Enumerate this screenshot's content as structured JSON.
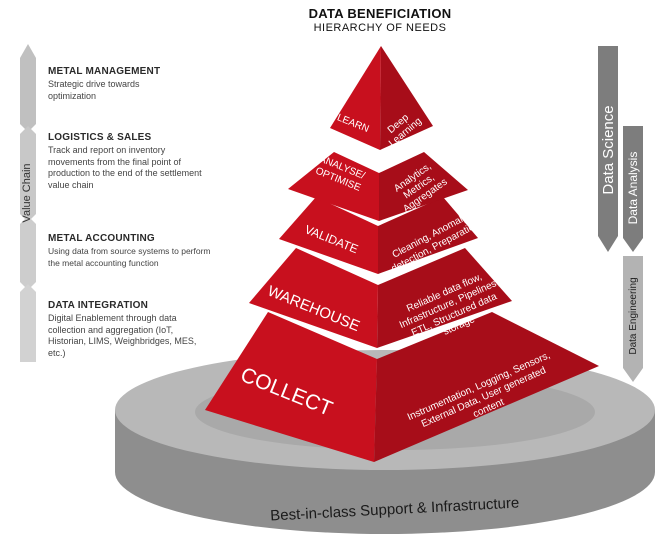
{
  "title": {
    "line1": "DATA BENEFICIATION",
    "line2": "HIERARCHY OF NEEDS"
  },
  "left_chain": {
    "label": "Value Chain",
    "items": [
      {
        "heading": "METAL MANAGEMENT",
        "desc": "Strategic drive towards optimization"
      },
      {
        "heading": "LOGISTICS & SALES",
        "desc": "Track and report on inventory movements from the final point of production to the end of the settlement value chain"
      },
      {
        "heading": "METAL ACCOUNTING",
        "desc": "Using data from source systems to perform the metal accounting function"
      },
      {
        "heading": "DATA INTEGRATION",
        "desc": "Digital Enablement through data collection and aggregation (IoT, Historian, LIMS, Weighbridges, MES, etc.)"
      }
    ]
  },
  "pyramid": {
    "levels": [
      {
        "name": "LEARN",
        "detail": [
          "Deep",
          "Learning"
        ]
      },
      {
        "name": "ANALYSE/ OPTIMISE",
        "name_lines": [
          "ANALYSE/",
          "OPTIMISE"
        ],
        "detail": [
          "Analytics,",
          "Metrics,",
          "Aggregates"
        ]
      },
      {
        "name": "VALIDATE",
        "detail": [
          "Cleaning, Anomaly",
          "detection, Preparation"
        ]
      },
      {
        "name": "WAREHOUSE",
        "detail": [
          "Reliable data flow,",
          "Infrastructure, Pipelines,",
          "ETL, Structured data",
          "storage"
        ]
      },
      {
        "name": "COLLECT",
        "detail": [
          "Instrumentation, Logging, Sensors,",
          "External Data, User generated",
          "content"
        ]
      }
    ]
  },
  "base": {
    "label": "Best-in-class Support & Infrastructure"
  },
  "right_bars": {
    "data_science": "Data Science",
    "data_analysis": "Data Analysis",
    "data_engineering": "Data Engineering"
  },
  "colors": {
    "front_face": "#c8101e",
    "side_face": "#a70d19",
    "disk_top": "#b8b8b8",
    "disk_side": "#8e8e8e",
    "bar_dark": "#7d7d7d",
    "bar_light": "#b3b3b3"
  }
}
